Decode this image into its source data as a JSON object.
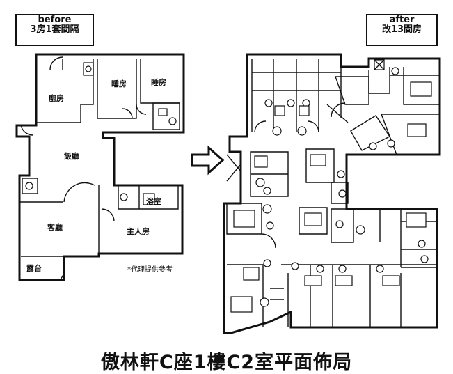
{
  "labels": {
    "before_tag_en": "before",
    "before_tag_zh": "3房1套間隔",
    "after_tag_en": "after",
    "after_tag_zh": "改13間房",
    "title": "傲林軒C座1樓C2室平面佈局",
    "footnote": "*代理提供參考"
  },
  "before_rooms": {
    "kitchen": "廚房",
    "bedroom_1": "睡房",
    "bedroom_2": "睡房",
    "dining": "飯廳",
    "bathroom": "浴室",
    "living": "客廳",
    "master": "主人房",
    "balcony": "露台"
  },
  "colors": {
    "line": "#111111",
    "background": "#ffffff"
  }
}
